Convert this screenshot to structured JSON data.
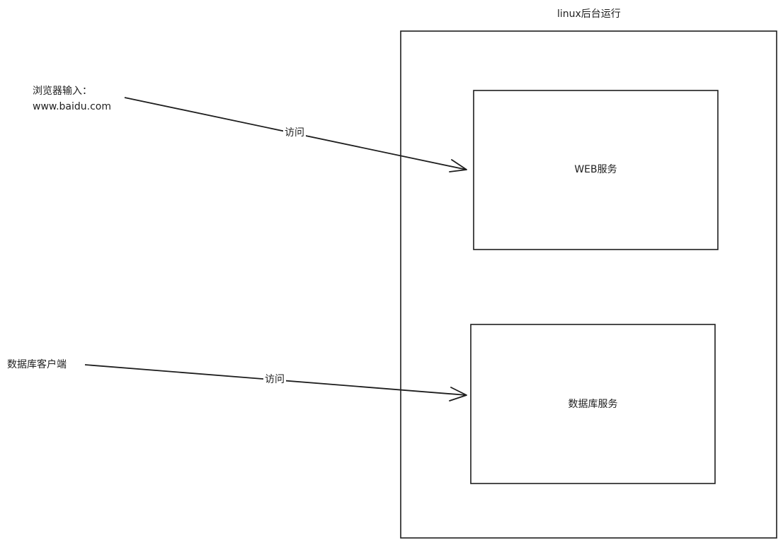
{
  "container": {
    "title": "linux后台运行"
  },
  "nodes": {
    "web_service": {
      "label": "WEB服务"
    },
    "db_service": {
      "label": "数据库服务"
    },
    "browser": {
      "line1": "浏览器输入：",
      "line2": "www.baidu.com"
    },
    "db_client": {
      "label": "数据库客户端"
    }
  },
  "edges": {
    "browser_to_web": {
      "label": "访问"
    },
    "client_to_db": {
      "label": "访问"
    }
  }
}
